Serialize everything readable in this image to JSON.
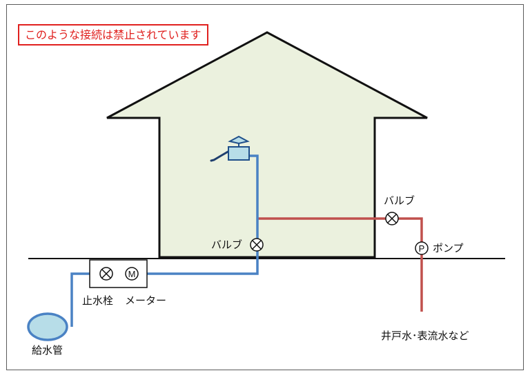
{
  "warning": "このような接続は禁止されています",
  "labels": {
    "valve_upper": "バルブ",
    "valve_lower": "バルブ",
    "pump": "ポンプ",
    "stop_valve": "止水栓",
    "meter": "メーター",
    "well_water": "井戸水･表流水など",
    "supply_pipe": "給水管"
  },
  "symbols": {
    "meter_letter": "M",
    "pump_letter": "P"
  },
  "colors": {
    "tap_water_pipe": "#4a82c4",
    "well_water_pipe": "#c0504d",
    "house_fill": "#ebf1de",
    "warning": "#e0201e"
  }
}
